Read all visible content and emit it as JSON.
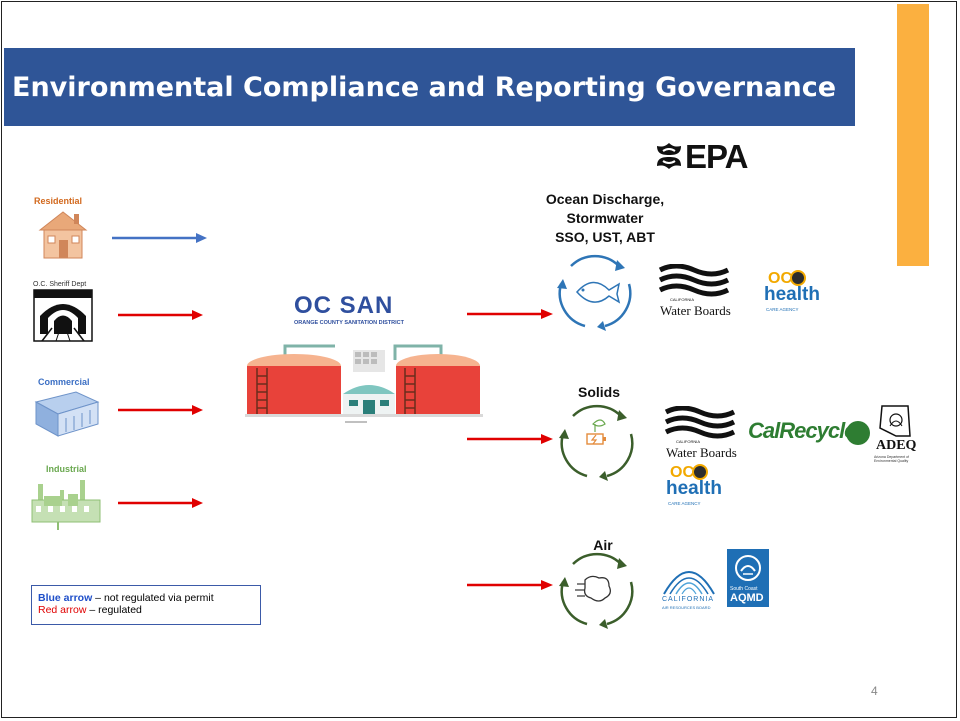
{
  "title": "Environmental Compliance and Reporting Governance",
  "sources": {
    "residential": "Residential",
    "hospital": "O.C. Sheriff Dept",
    "commercial": "Commercial",
    "industrial": "Industrial"
  },
  "ocsan": {
    "name": "OC SAN",
    "subtitle": "ORANGE COUNTY SANITATION DISTRICT"
  },
  "outputs": {
    "ocean": {
      "line1": "Ocean Discharge,",
      "line2": "Stormwater",
      "line3": "SSO, UST, ABT"
    },
    "solids": {
      "label": "Solids"
    },
    "air": {
      "label": "Air"
    }
  },
  "agencies": {
    "epa": "EPA",
    "water_boards": "Water Boards",
    "water_boards_small": "CALIFORNIA",
    "oc_health_top": "OC",
    "oc_health": "health",
    "oc_health_sub": "CARE AGENCY",
    "calrecycle": "CalRecycle",
    "adeq": "ADEQ",
    "adeq_sub": "Arizona Department of Environmental Quality",
    "carb": "CALIFORNIA",
    "carb_sub": "AIR RESOURCES BOARD",
    "aqmd_top": "South Coast",
    "aqmd": "AQMD"
  },
  "legend": {
    "blue_label": "Blue arrow",
    "blue_text": " – not regulated via permit",
    "red_label": "Red arrow",
    "red_text": " – regulated"
  },
  "colors": {
    "title_bg": "#2f5597",
    "accent": "#fbb040",
    "blue_arrow": "#4472c4",
    "red_arrow": "#e00000",
    "ocean_cycle": "#2e75b6",
    "green_cycle": "#3b5e2b"
  },
  "page_number": "4"
}
